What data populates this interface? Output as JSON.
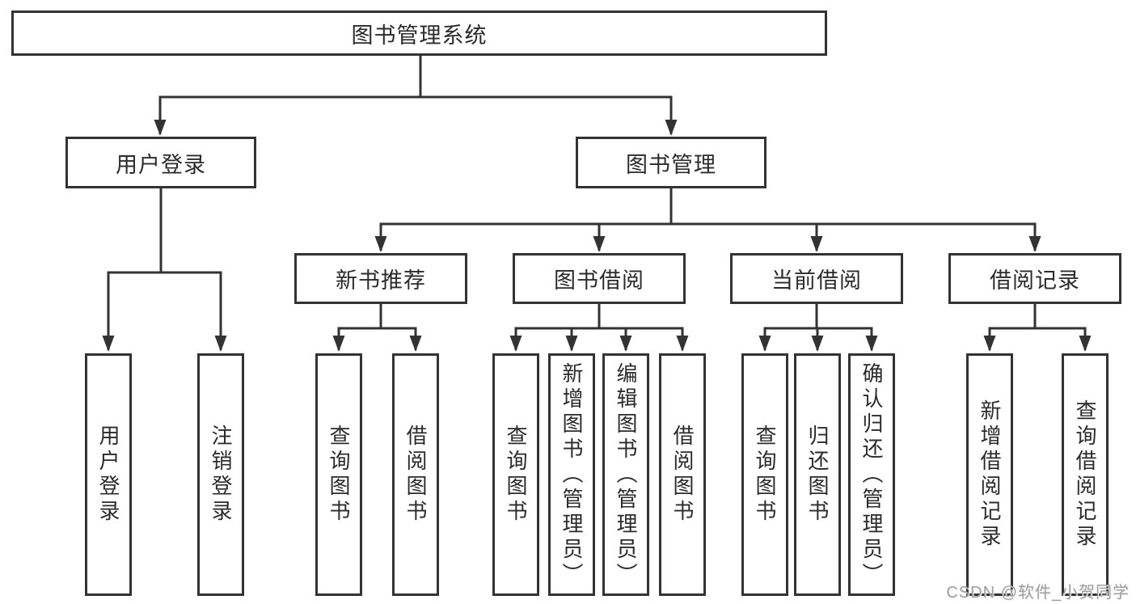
{
  "diagram": {
    "root": {
      "label": "图书管理系统"
    },
    "branches": [
      {
        "label": "用户登录",
        "children": [
          "用户登录",
          "注销登录"
        ]
      },
      {
        "label": "图书管理",
        "sections": [
          {
            "label": "新书推荐",
            "children": [
              "查询图书",
              "借阅图书"
            ]
          },
          {
            "label": "图书借阅",
            "children": [
              "查询图书",
              "新增图书（管理员）",
              "编辑图书（管理员）",
              "借阅图书"
            ]
          },
          {
            "label": "当前借阅",
            "children": [
              "查询图书",
              "归还图书",
              "确认归还（管理员）"
            ]
          },
          {
            "label": "借阅记录",
            "children": [
              "新增借阅记录",
              "查询借阅记录"
            ]
          }
        ]
      }
    ]
  },
  "colors": {
    "line": "#333333",
    "text": "#2b2b2b",
    "background": "#ffffff",
    "watermark": "#9f9f9f"
  },
  "watermark": {
    "text": "CSDN @软件_小贺同学"
  }
}
